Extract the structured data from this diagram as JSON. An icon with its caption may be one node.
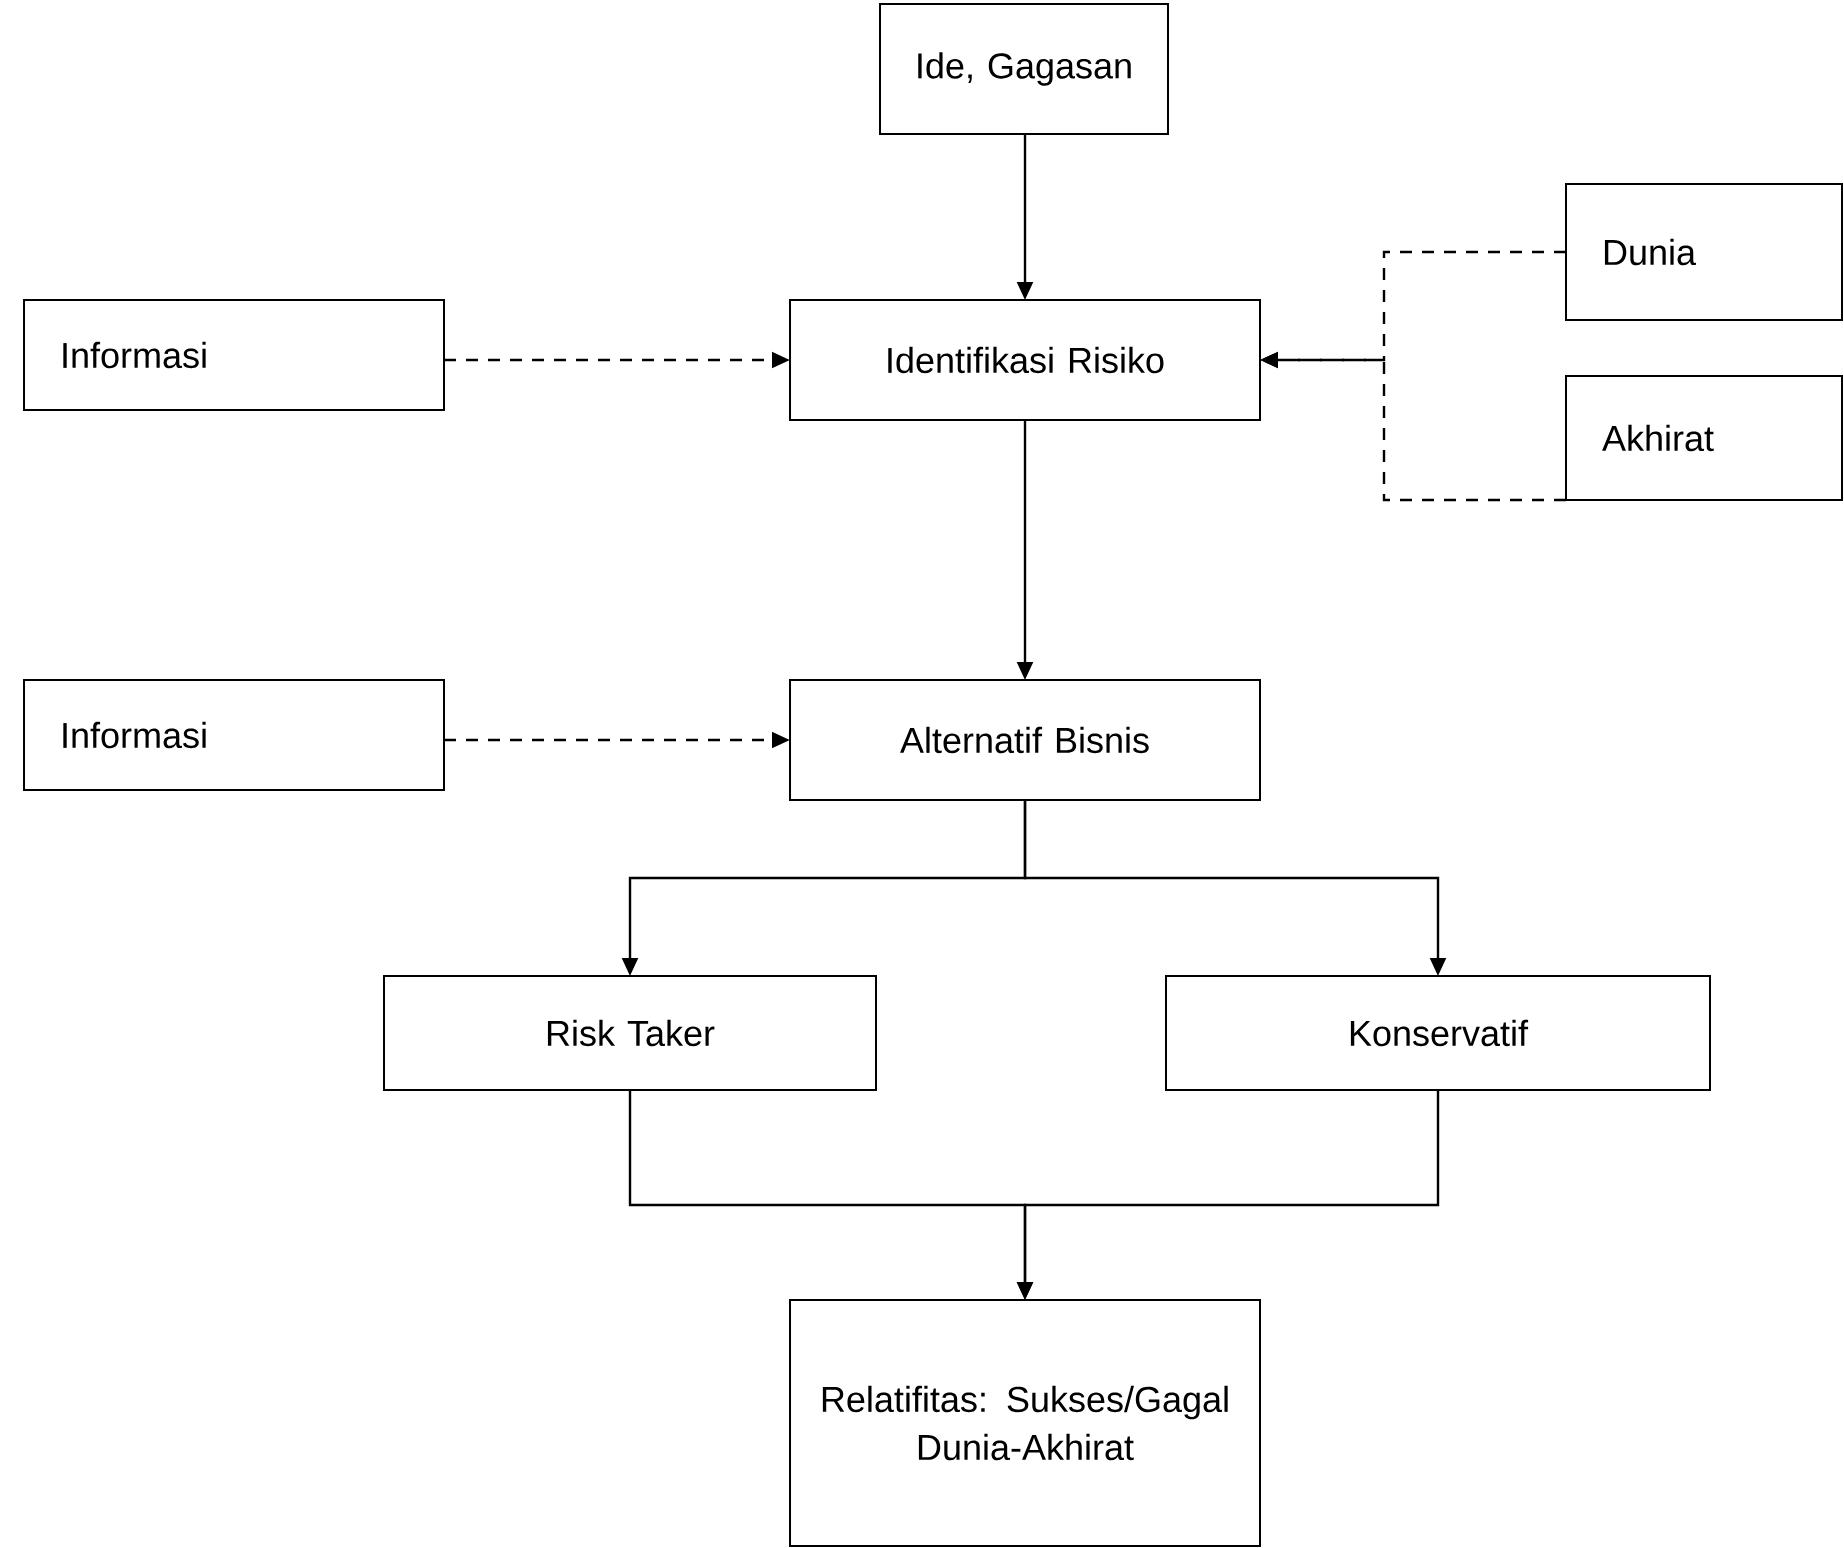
{
  "diagram": {
    "nodes": [
      {
        "text": [
          "Ide, Gagasan"
        ]
      },
      {
        "text": [
          "Informasi"
        ]
      },
      {
        "text": [
          "Identifikasi Risiko"
        ]
      },
      {
        "text": [
          "Dunia"
        ]
      },
      {
        "text": [
          "Akhirat"
        ]
      },
      {
        "text": [
          "Informasi"
        ]
      },
      {
        "text": [
          "Alternatif Bisnis"
        ]
      },
      {
        "text": [
          "Risk Taker"
        ]
      },
      {
        "text": [
          "Konservatif"
        ]
      },
      {
        "text": [
          "Relatifitas: Sukses/Gagal Dunia-Akhirat"
        ]
      }
    ],
    "edges": [
      {
        "from": 0,
        "to": 2,
        "arrow": "to"
      },
      {
        "from": 1,
        "to": 2,
        "arrow": "to",
        "style": "dashed"
      },
      {
        "from": 3,
        "to": 2,
        "arrow": "to",
        "style": "dashed"
      },
      {
        "from": 4,
        "to": 2,
        "arrow": "to",
        "style": "dashed"
      },
      {
        "from": 2,
        "to": 6,
        "arrow": "to"
      },
      {
        "from": 5,
        "to": 6,
        "arrow": "to",
        "style": "dashed"
      },
      {
        "from": 6,
        "to": 7,
        "arrow": "to"
      },
      {
        "from": 6,
        "to": 8,
        "arrow": "to"
      },
      {
        "from": 7,
        "to": 9,
        "arrow": "to"
      },
      {
        "from": 8,
        "to": 9,
        "arrow": "to"
      }
    ]
  }
}
